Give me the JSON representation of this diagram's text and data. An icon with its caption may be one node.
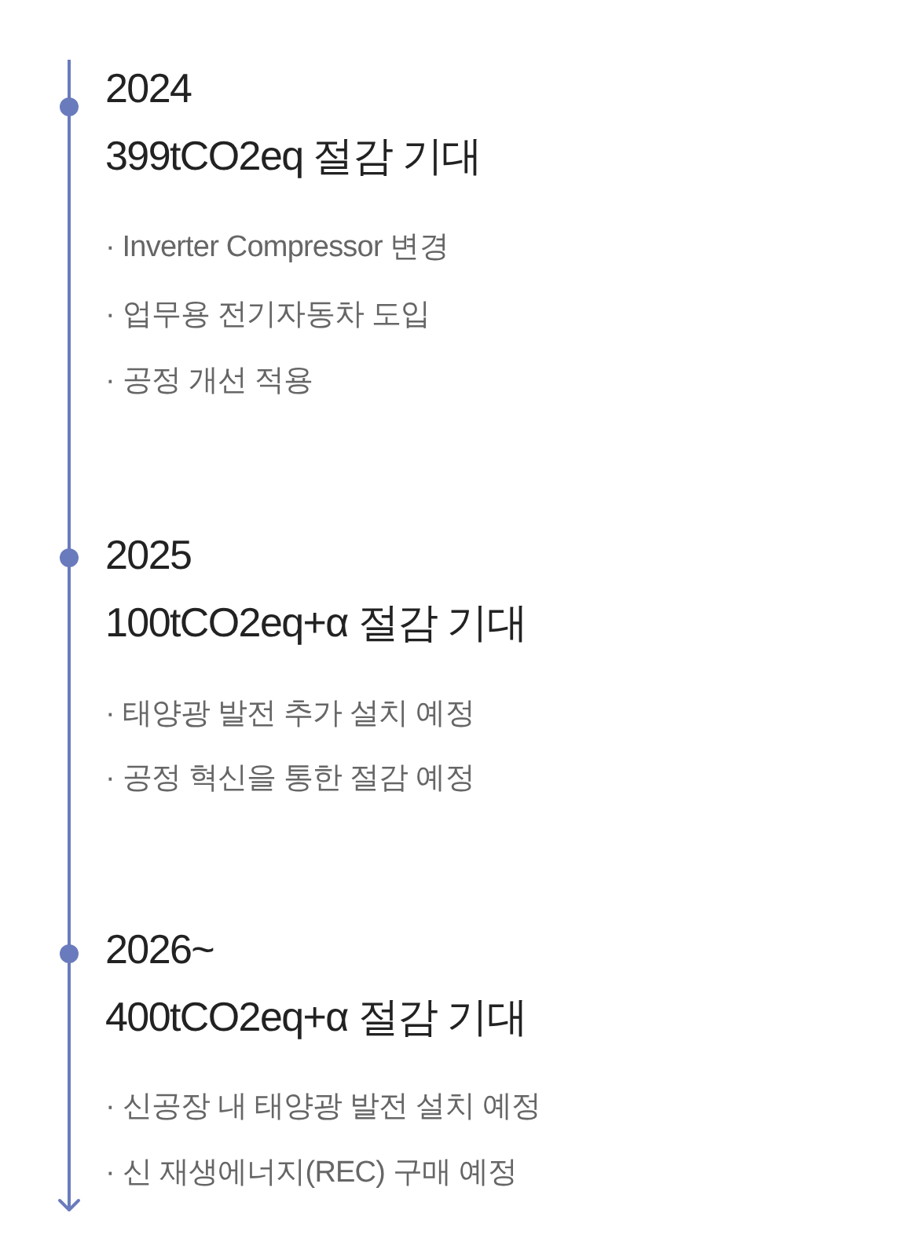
{
  "diagram": {
    "labels": [
      "2024",
      "399tCO2eq 절감 기대",
      "· Inverter Compressor 변경",
      "· 업무용 전기자동차 도입",
      "· 공정 개선 적용",
      "2025",
      "100tCO2eq+α 절감 기대",
      "· 태양광 발전 추가 설치 예정",
      "· 공정 혁신을 통한 절감 예정",
      "2026~",
      "400tCO2eq+α 절감 기대",
      "· 신공장 내 태양광 발전 설치 예정",
      "· 신 재생에너지(REC) 구매 예정"
    ]
  }
}
